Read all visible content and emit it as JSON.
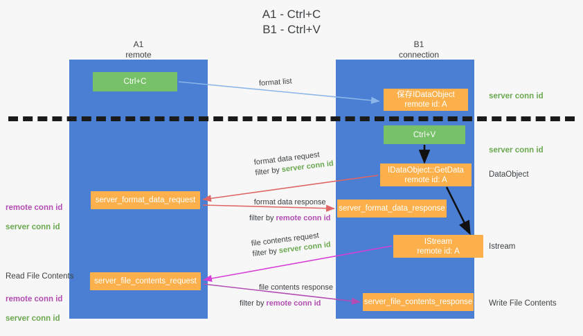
{
  "title": "A1 - Ctrl+C\nB1 - Ctrl+V",
  "columns": {
    "left": {
      "name": "A1",
      "role": "remote",
      "header": "A1\nremote"
    },
    "right": {
      "name": "B1",
      "role": "connection",
      "header": "B1\nconnection"
    }
  },
  "nodes": {
    "ctrl_c": {
      "label": "Ctrl+C",
      "color": "#77c168"
    },
    "save_dataobject": {
      "label": "保存IDataObject",
      "sub": "remote id: A",
      "color": "#fbb04b"
    },
    "ctrl_v": {
      "label": "Ctrl+V",
      "color": "#77c168"
    },
    "getdata": {
      "label": "IDataObject::GetData",
      "sub": "remote id: A",
      "color": "#fbb04b"
    },
    "server_format_data_request": {
      "label": "server_format_data_request",
      "color": "#fbb04b"
    },
    "server_format_data_response": {
      "label": "server_format_data_response",
      "color": "#fbb04b"
    },
    "istream": {
      "label": "IStream",
      "sub": "remote id: A",
      "color": "#fbb04b"
    },
    "server_file_contents_request": {
      "label": "server_file_contents_request",
      "color": "#fbb04b"
    },
    "server_file_contents_response": {
      "label": "server_file_contents_response",
      "color": "#fbb04b"
    }
  },
  "right_labels": {
    "server_conn_id_top": "server conn id",
    "server_conn_id_mid": "server conn id",
    "dataobject": "DataObject",
    "istream": "Istream",
    "write_file_contents": "Write File Contents"
  },
  "left_labels": {
    "remote_conn_id_1": "remote conn id",
    "server_conn_id_1": "server conn id",
    "read_file_contents": "Read File Contents",
    "remote_conn_id_2": "remote conn id",
    "server_conn_id_2": "server conn id"
  },
  "edges": {
    "format_list": {
      "label": "format list",
      "color": "#8ab6e8"
    },
    "format_data_request": {
      "label": "format data request",
      "filter_prefix": "filter by ",
      "filter_value": "server conn id",
      "color": "#e06666"
    },
    "format_data_response": {
      "label": "format data response",
      "filter_prefix": "filter by ",
      "filter_value": "remote conn id",
      "color": "#e06666"
    },
    "file_contents_request": {
      "label": "file contents request",
      "filter_prefix": "filter by ",
      "filter_value": "server conn id",
      "color": "#d63fd6"
    },
    "file_contents_response": {
      "label": "file contents response",
      "filter_prefix": "filter by ",
      "filter_value": "remote conn id",
      "color": "#b24cb2"
    }
  },
  "colors": {
    "lane": "#4a7fd4",
    "green_box": "#77c168",
    "orange_box": "#fbb04b",
    "green_text": "#6aa84f",
    "magenta_text": "#b24cb2",
    "divider": "#1a1a1a",
    "background": "#f7f7f7"
  }
}
